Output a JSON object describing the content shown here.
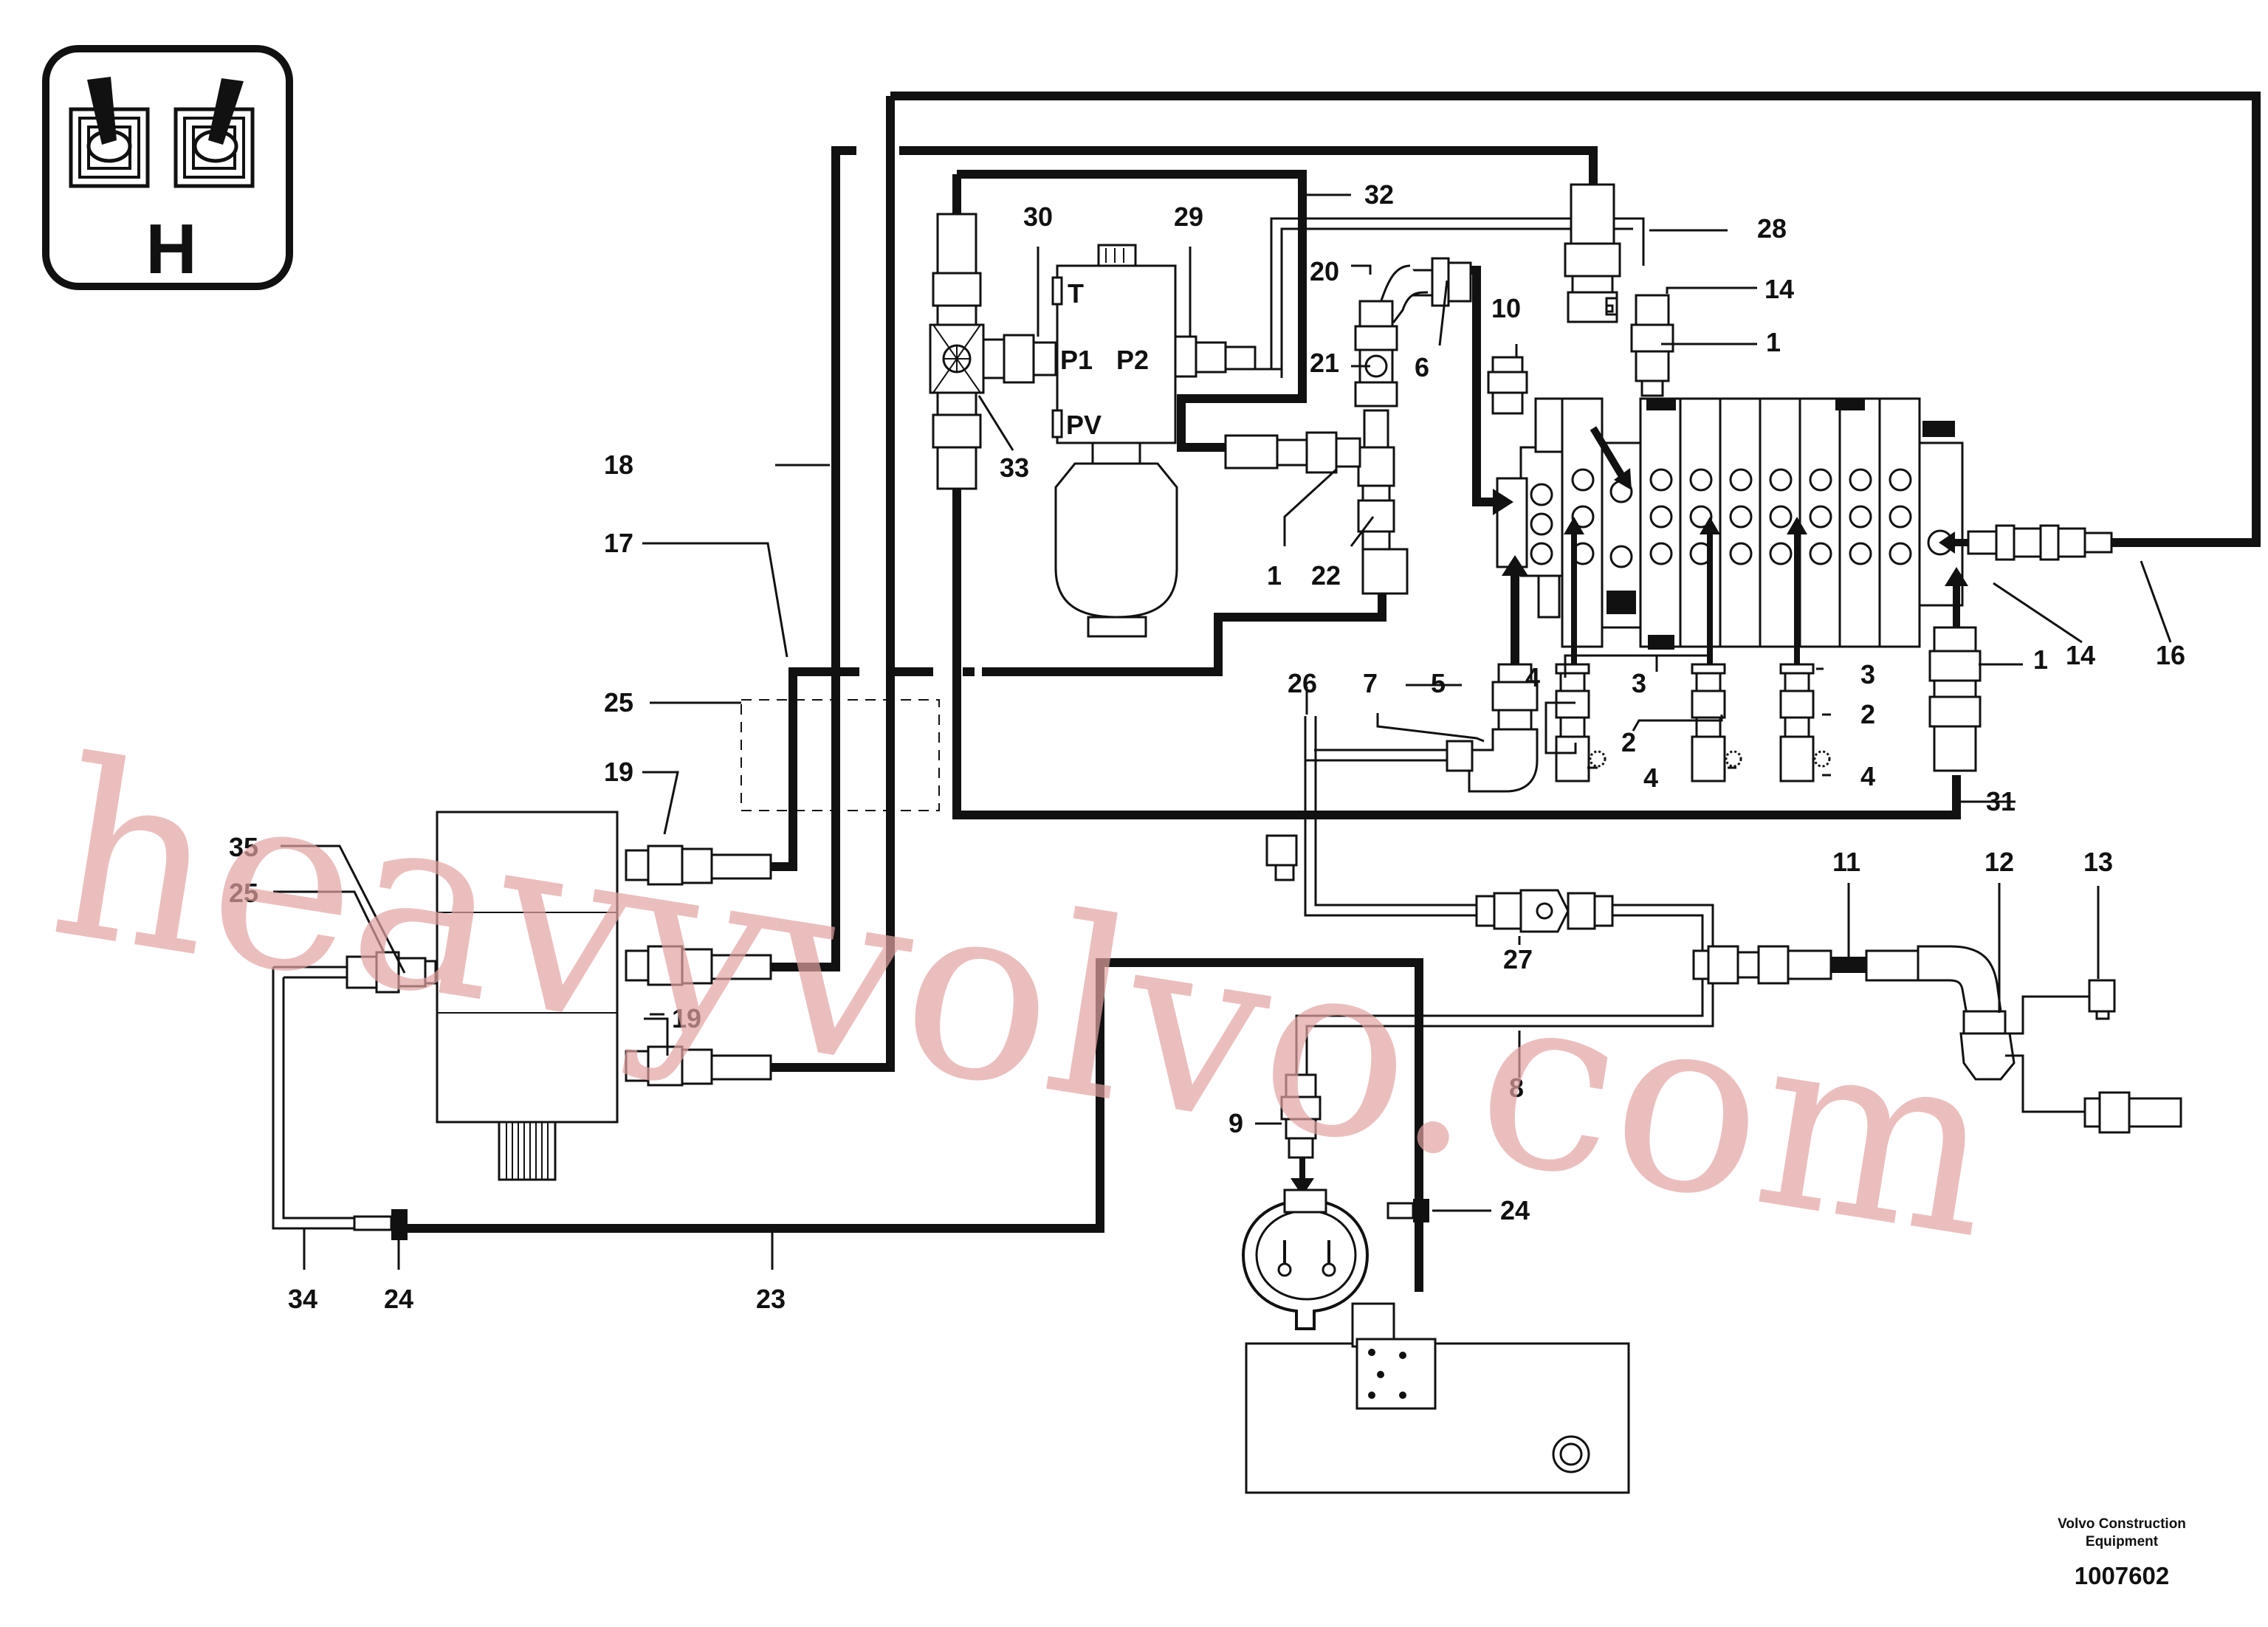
{
  "icon": {
    "letter": "H"
  },
  "ports": {
    "t": "T",
    "p1": "P1",
    "p2": "P2",
    "pv": "PV"
  },
  "callouts": {
    "c1a": "1",
    "c1b": "1",
    "c1c": "1",
    "c2a": "2",
    "c2b": "2",
    "c3a": "3",
    "c3b": "3",
    "c4a": "4",
    "c4b": "4",
    "c4c": "4",
    "c5": "5",
    "c6": "6",
    "c7": "7",
    "c8": "8",
    "c9": "9",
    "c10": "10",
    "c11": "11",
    "c12": "12",
    "c13": "13",
    "c14a": "14",
    "c14b": "14",
    "c16": "16",
    "c17": "17",
    "c18": "18",
    "c19a": "19",
    "c19b": "19",
    "c20": "20",
    "c21": "21",
    "c22": "22",
    "c23": "23",
    "c24a": "24",
    "c24b": "24",
    "c25": "25",
    "c25b": "25",
    "c26": "26",
    "c27": "27",
    "c28": "28",
    "c29": "29",
    "c30": "30",
    "c31": "31",
    "c32": "32",
    "c33": "33",
    "c34": "34",
    "c35": "35"
  },
  "watermark": "heavyvolvo.com",
  "footer": {
    "company_line1": "Volvo Construction",
    "company_line2": "Equipment",
    "drawing_number": "1007602"
  }
}
